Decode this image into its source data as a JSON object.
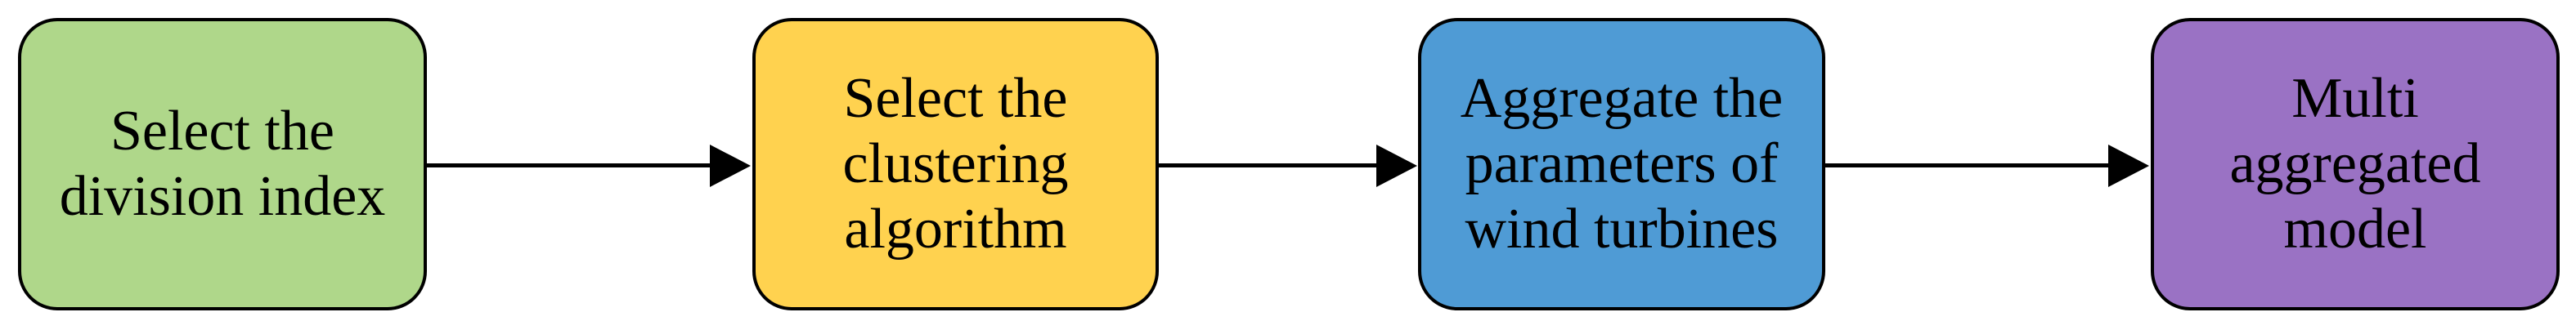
{
  "figure": {
    "type": "flowchart",
    "background_color": "#ffffff",
    "line_color": "#000000",
    "text_color": "#000000",
    "boxes": [
      {
        "id": "select-division-index",
        "label": "Select the\ndivision index",
        "fill": "#AFD78A",
        "border": "#000000"
      },
      {
        "id": "select-clustering-algorithm",
        "label": "Select the\nclustering\nalgorithm",
        "fill": "#FFD24F",
        "border": "#000000"
      },
      {
        "id": "aggregate-wind-turbine-parameters",
        "label": "Aggregate the\nparameters of\nwind turbines",
        "fill": "#4F9BD5",
        "border": "#000000"
      },
      {
        "id": "multi-aggregated-model",
        "label": "Multi\naggregated\nmodel",
        "fill": "#9A72C4",
        "border": "#000000"
      }
    ],
    "connectors": [
      {
        "from": "select-division-index",
        "to": "select-clustering-algorithm",
        "style": "solid-arrow"
      },
      {
        "from": "select-clustering-algorithm",
        "to": "aggregate-wind-turbine-parameters",
        "style": "solid-arrow"
      },
      {
        "from": "aggregate-wind-turbine-parameters",
        "to": "multi-aggregated-model",
        "style": "solid-arrow"
      }
    ]
  }
}
